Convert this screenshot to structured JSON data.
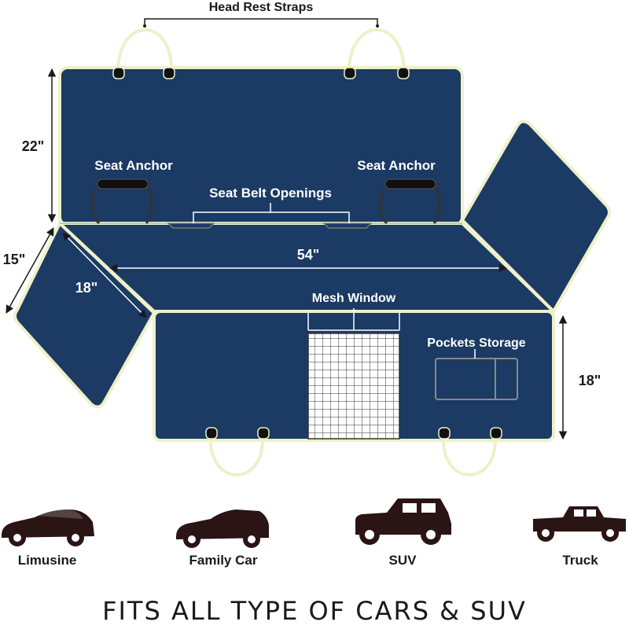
{
  "labels": {
    "head_rest_straps": "Head Rest Straps",
    "seat_anchor_left": "Seat Anchor",
    "seat_anchor_right": "Seat Anchor",
    "seat_belt_openings": "Seat Belt Openings",
    "mesh_window": "Mesh Window",
    "pockets_storage": "Pockets Storage"
  },
  "dimensions": {
    "height_back": "22\"",
    "side_flap": "15\"",
    "diag_flap": "18\"",
    "width_seat": "54\"",
    "height_front": "18\""
  },
  "vehicles": [
    {
      "label": "Limusine",
      "icon": "sedan-icon"
    },
    {
      "label": "Family Car",
      "icon": "wagon-icon"
    },
    {
      "label": "SUV",
      "icon": "suv-icon"
    },
    {
      "label": "Truck",
      "icon": "pickup-truck-icon"
    }
  ],
  "footer": "FITS ALL TYPE OF CARS & SUV",
  "colors": {
    "cover_navy": "#1b3a64",
    "trim_cream": "#eef0c8",
    "ink": "#1a1a1a",
    "silhouette": "#2a1414"
  }
}
